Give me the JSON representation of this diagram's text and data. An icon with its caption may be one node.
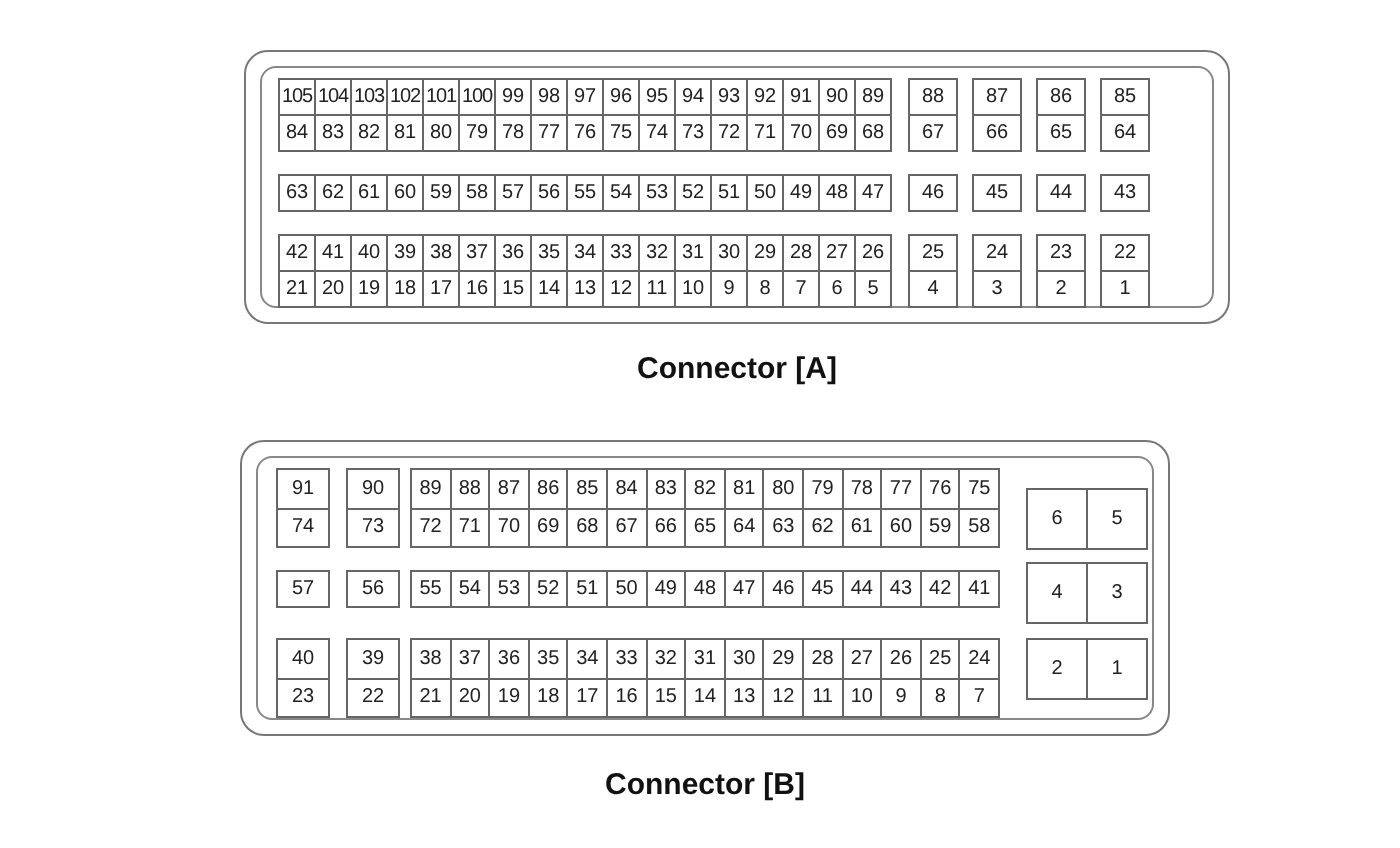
{
  "diagram": {
    "nodes": [
      {
        "text": [
          "Connector [A]"
        ]
      },
      {
        "text": [
          "Connector [B]"
        ]
      }
    ],
    "labels": [
      "105",
      "104",
      "103",
      "102",
      "101",
      "100",
      "99",
      "98",
      "97",
      "96",
      "95",
      "94",
      "93",
      "92",
      "91",
      "90",
      "89",
      "84",
      "83",
      "82",
      "81",
      "80",
      "79",
      "78",
      "77",
      "76",
      "75",
      "74",
      "73",
      "72",
      "71",
      "70",
      "69",
      "68",
      "88",
      "67",
      "87",
      "66",
      "86",
      "65",
      "85",
      "64",
      "63",
      "62",
      "61",
      "60",
      "59",
      "58",
      "57",
      "56",
      "55",
      "54",
      "53",
      "52",
      "51",
      "50",
      "49",
      "48",
      "47",
      "46",
      "45",
      "44",
      "43",
      "42",
      "41",
      "40",
      "39",
      "38",
      "37",
      "36",
      "35",
      "34",
      "33",
      "32",
      "31",
      "30",
      "29",
      "28",
      "27",
      "26",
      "21",
      "20",
      "19",
      "18",
      "17",
      "16",
      "15",
      "14",
      "13",
      "12",
      "11",
      "10",
      "9",
      "8",
      "7",
      "6",
      "5",
      "25",
      "4",
      "24",
      "3",
      "23",
      "2",
      "22",
      "1",
      "91",
      "74",
      "90",
      "73",
      "89",
      "88",
      "87",
      "86",
      "85",
      "84",
      "83",
      "82",
      "81",
      "80",
      "79",
      "78",
      "77",
      "76",
      "75",
      "72",
      "71",
      "70",
      "69",
      "68",
      "67",
      "66",
      "65",
      "64",
      "63",
      "62",
      "61",
      "60",
      "59",
      "58",
      "6",
      "5",
      "57",
      "56",
      "55",
      "54",
      "53",
      "52",
      "51",
      "50",
      "49",
      "48",
      "47",
      "46",
      "45",
      "44",
      "43",
      "42",
      "41",
      "4",
      "3",
      "40",
      "23",
      "39",
      "22",
      "38",
      "37",
      "36",
      "35",
      "34",
      "33",
      "32",
      "31",
      "30",
      "29",
      "28",
      "27",
      "26",
      "25",
      "24",
      "21",
      "20",
      "19",
      "18",
      "17",
      "16",
      "15",
      "14",
      "13",
      "12",
      "11",
      "10",
      "9",
      "8",
      "7",
      "2",
      "1"
    ]
  }
}
